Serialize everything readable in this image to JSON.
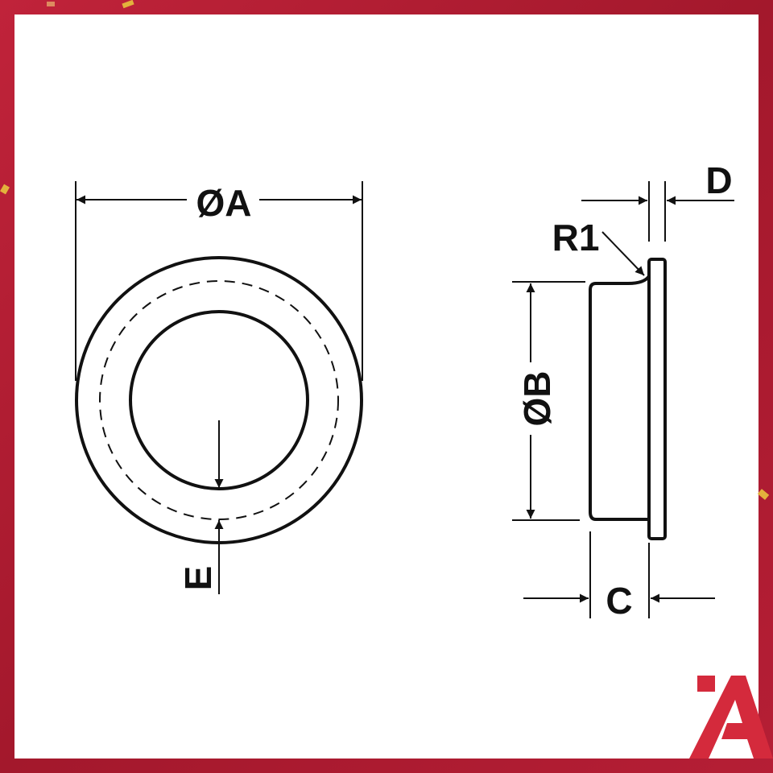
{
  "labels": {
    "diameter_a": "ØA",
    "diameter_b": "ØB",
    "dim_c": "C",
    "dim_d": "D",
    "dim_e": "E",
    "radius": "R1"
  },
  "colors": {
    "frame": "#b01c32",
    "background": "#ffffff",
    "line": "#111111",
    "logo": "#d42a3c"
  },
  "icons": {
    "logo": "brand-logo-icon",
    "confetti": "confetti-icon"
  }
}
